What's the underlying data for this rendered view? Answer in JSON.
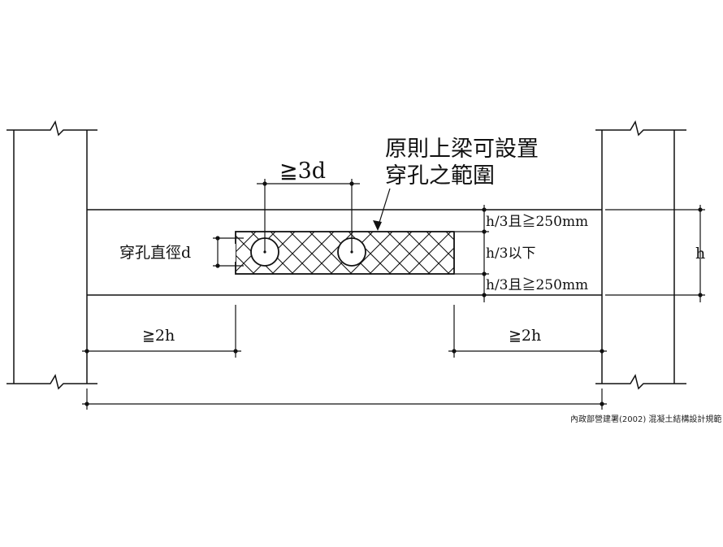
{
  "labels": {
    "zone_title_line1": "原則上梁可設置",
    "zone_title_line2": "穿孔之範圍",
    "spacing": "≧3d",
    "hole_diameter": "穿孔直徑d",
    "top_zone": "h/3且≧250mm",
    "middle_zone": "h/3以下",
    "bottom_zone": "h/3且≧250mm",
    "beam_depth": "h",
    "left_clear": "≧2h",
    "right_clear": "≧2h"
  },
  "credit": "內政部營建署(2002)  混凝土結構設計規範",
  "colors": {
    "line": "#111111",
    "background": "#ffffff"
  }
}
